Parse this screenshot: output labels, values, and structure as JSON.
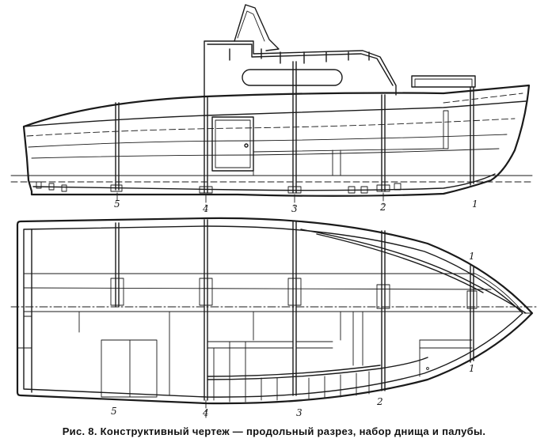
{
  "caption": "Рис. 8. Конструктивный чертеж — продольный разрез, набор днища и палубы.",
  "frame_labels_side": [
    "5",
    "4",
    "3",
    "2",
    "1"
  ],
  "frame_labels_plan_top": [
    "1"
  ],
  "frame_labels_plan_bottom": [
    "5",
    "4",
    "3",
    "2",
    "1"
  ]
}
